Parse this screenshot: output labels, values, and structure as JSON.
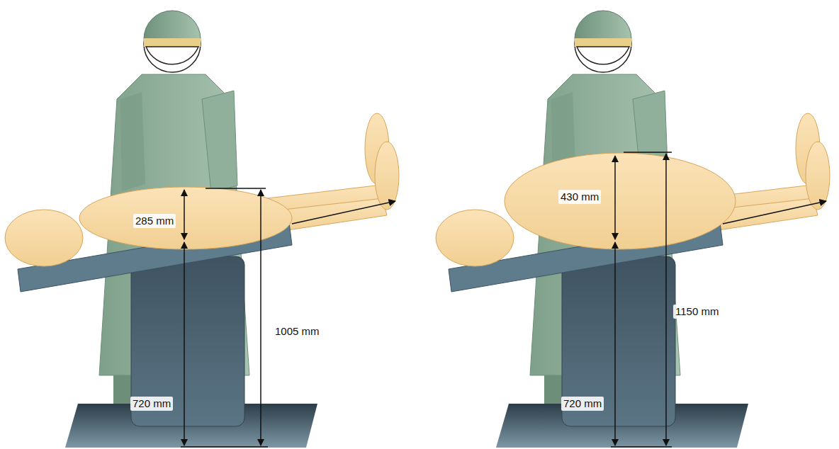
{
  "diagram": {
    "labels": [
      "285 mm",
      "720 mm",
      "1005 mm",
      "430 mm",
      "720 mm",
      "1150 mm"
    ]
  }
}
